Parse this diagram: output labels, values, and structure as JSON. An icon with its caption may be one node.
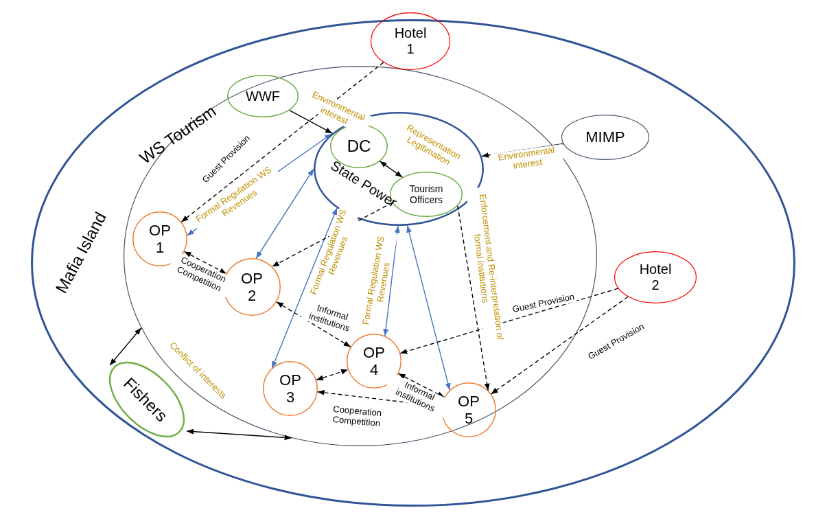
{
  "diagram": {
    "nodes": [
      {
        "text": [
          "Mafia Island"
        ]
      },
      {
        "text": [
          "Hotel 1"
        ]
      },
      {
        "text": [
          "WS Tourism"
        ],
        "in": 0
      },
      {
        "text": [
          "WWF"
        ],
        "in": 2
      },
      {
        "text": [
          "State Power"
        ],
        "in": 2
      },
      {
        "text": [
          "DC"
        ],
        "in": 4
      },
      {
        "text": [
          "Tourism Officers"
        ],
        "in": 4
      },
      {
        "text": [
          "MIMP"
        ],
        "in": 0
      },
      {
        "text": [
          "OP 1"
        ],
        "in": 2
      },
      {
        "text": [
          "OP 2"
        ],
        "in": 2
      },
      {
        "text": [
          "OP 3"
        ],
        "in": 2
      },
      {
        "text": [
          "OP 4"
        ],
        "in": 2
      },
      {
        "text": [
          "OP 5"
        ],
        "in": 2
      },
      {
        "text": [
          "Hotel 2"
        ],
        "in": 0
      },
      {
        "text": [
          "Fishers"
        ],
        "in": 0
      }
    ],
    "edges": [
      {
        "from": 1,
        "to": 8,
        "arrow": "to",
        "label": "Guest Provision",
        "style": "dashed"
      },
      {
        "from": 3,
        "to": 4,
        "arrow": "to",
        "label": "Environmental interest"
      },
      {
        "from": 7,
        "to": 4,
        "arrow": "to",
        "label": "Environmental interest"
      },
      {
        "from": 5,
        "to": 6,
        "arrow": "both",
        "label": "Representation Legitimation"
      },
      {
        "from": 4,
        "to": 8,
        "arrow": "both",
        "label": "Formal Regulation WS Revenues",
        "color": "#4472c4"
      },
      {
        "from": 4,
        "to": 9,
        "arrow": "both",
        "color": "#4472c4"
      },
      {
        "from": 4,
        "to": 10,
        "arrow": "both",
        "label": "Formal Regulation WS Revenues",
        "color": "#4472c4"
      },
      {
        "from": 4,
        "to": 11,
        "arrow": "both",
        "label": "Formal Regulation WS Revenues",
        "color": "#4472c4"
      },
      {
        "from": 4,
        "to": 12,
        "arrow": "both",
        "color": "#4472c4"
      },
      {
        "from": 6,
        "to": 9,
        "arrow": "to",
        "style": "dashed"
      },
      {
        "from": 6,
        "to": 12,
        "arrow": "to",
        "label": "Enforcement and Re-interpretation of formal institutions",
        "style": "dashed"
      },
      {
        "from": 8,
        "to": 9,
        "arrow": "both",
        "label": "Cooperation Competition",
        "style": "dashed"
      },
      {
        "from": 9,
        "to": 11,
        "arrow": "both",
        "label": "Informal institutions",
        "style": "dashed"
      },
      {
        "from": 10,
        "to": 11,
        "arrow": "both",
        "style": "dashed"
      },
      {
        "from": 11,
        "to": 12,
        "arrow": "both",
        "label": "Informal institutions",
        "style": "dashed"
      },
      {
        "from": 10,
        "to": 12,
        "arrow": "both",
        "label": "Cooperation Competition",
        "style": "dashed"
      },
      {
        "from": 13,
        "to": 11,
        "arrow": "to",
        "label": "Guest Provision",
        "style": "dashed"
      },
      {
        "from": 13,
        "to": 12,
        "arrow": "to",
        "label": "Guest Provision",
        "style": "dashed"
      },
      {
        "from": 14,
        "to": 2,
        "arrow": "both",
        "label": "Conflict of interests"
      },
      {
        "from": 14,
        "to": 2,
        "arrow": "both"
      }
    ]
  }
}
